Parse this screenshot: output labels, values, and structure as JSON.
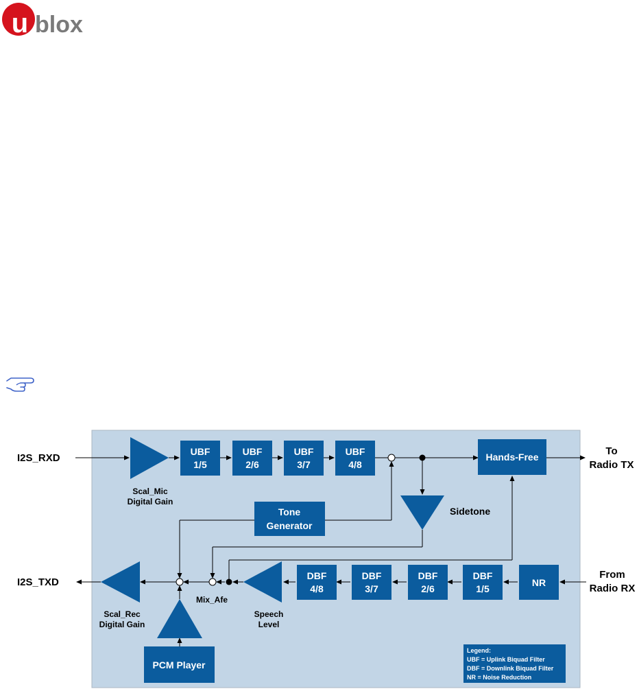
{
  "brand": {
    "logo_text": "blox",
    "logo_initial": "u",
    "color_red": "#d5131d",
    "color_gray": "#7a7a7a"
  },
  "icons": {
    "note": "pointing-hand-icon"
  },
  "colors": {
    "panel_bg": "#c2d5e6",
    "panel_border": "#aab6c2",
    "block_blue": "#0b5c9e"
  },
  "diagram": {
    "external": {
      "i2s_rxd": "I2S_RXD",
      "i2s_txd": "I2S_TXD",
      "to_radio_tx_1": "To",
      "to_radio_tx_2": "Radio TX",
      "from_radio_rx_1": "From",
      "from_radio_rx_2": "Radio RX"
    },
    "uplink_filters": [
      {
        "line1": "UBF",
        "line2": "1/5"
      },
      {
        "line1": "UBF",
        "line2": "2/6"
      },
      {
        "line1": "UBF",
        "line2": "3/7"
      },
      {
        "line1": "UBF",
        "line2": "4/8"
      }
    ],
    "downlink_filters": [
      {
        "line1": "DBF",
        "line2": "4/8"
      },
      {
        "line1": "DBF",
        "line2": "3/7"
      },
      {
        "line1": "DBF",
        "line2": "2/6"
      },
      {
        "line1": "DBF",
        "line2": "1/5"
      }
    ],
    "blocks": {
      "hands_free": "Hands-Free",
      "nr": "NR",
      "tone_gen_1": "Tone",
      "tone_gen_2": "Generator",
      "pcm_player": "PCM Player"
    },
    "labels": {
      "scal_mic_1": "Scal_Mic",
      "scal_mic_2": "Digital Gain",
      "sidetone": "Sidetone",
      "scal_rec_1": "Scal_Rec",
      "scal_rec_2": "Digital Gain",
      "mix_afe": "Mix_Afe",
      "speech_1": "Speech",
      "speech_2": "Level"
    },
    "legend": {
      "title": "Legend:",
      "ubf": "UBF = Uplink Biquad Filter",
      "dbf": "DBF = Downlink Biquad Filter",
      "nr": "NR = Noise Reduction"
    }
  }
}
